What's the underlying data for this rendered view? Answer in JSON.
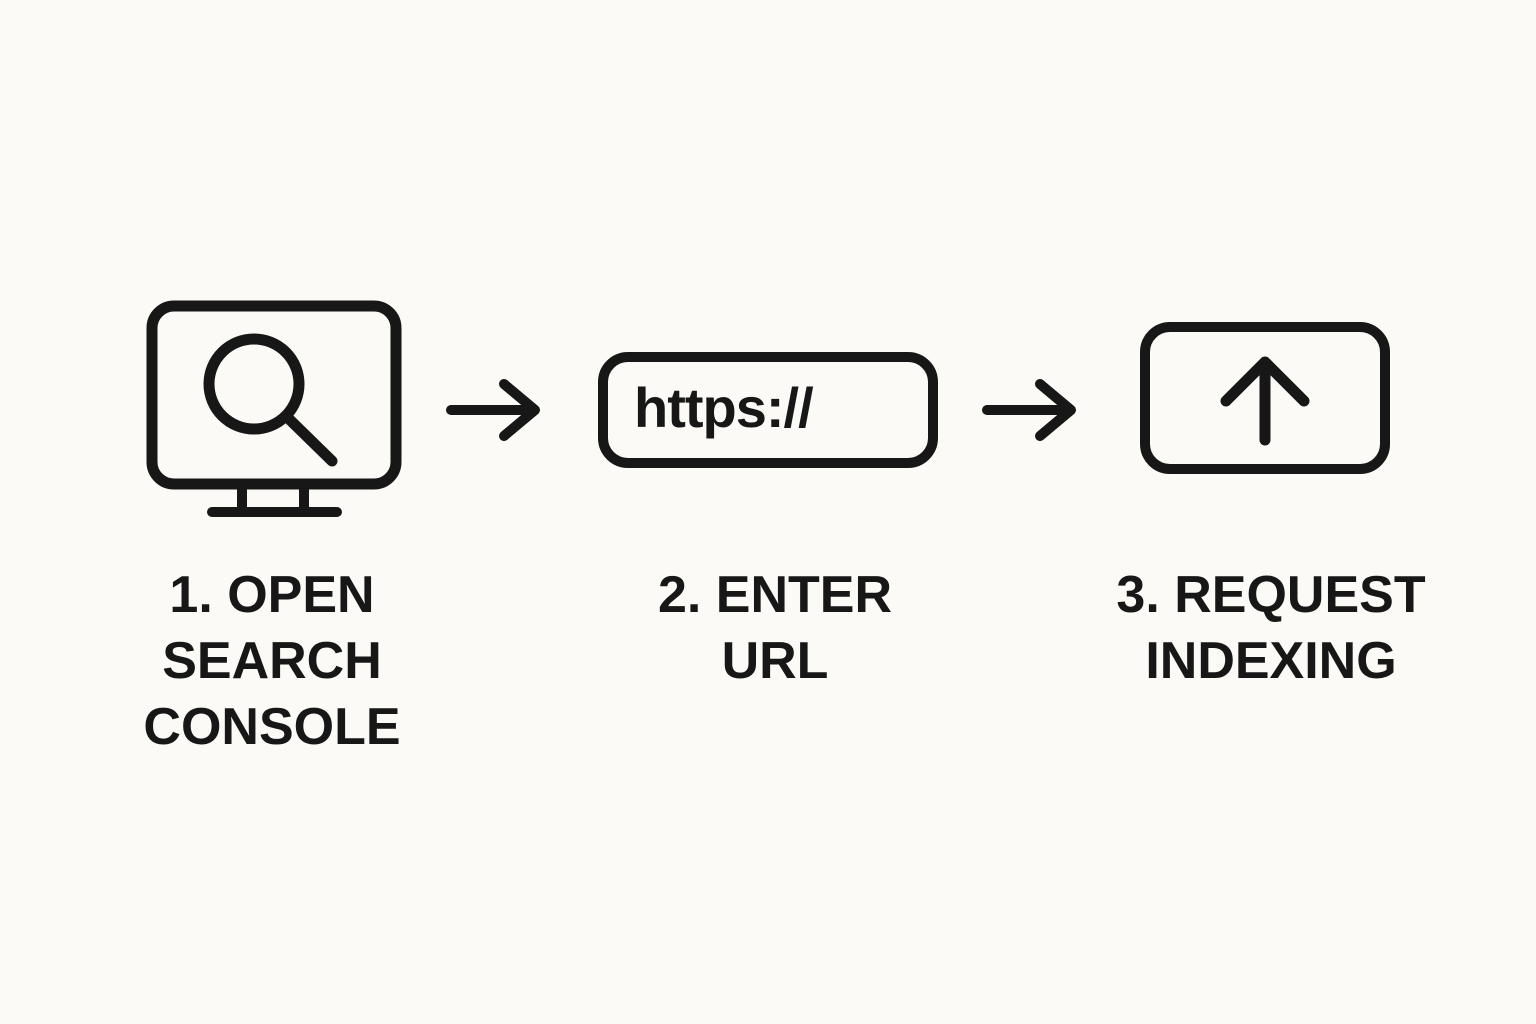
{
  "colors": {
    "background": "#FBFAF6",
    "ink": "#171717"
  },
  "figure": {
    "type": "process-flow",
    "steps": [
      {
        "number": "1",
        "icon": "monitor-with-magnifier-icon",
        "label": "1. OPEN\nSEARCH\nCONSOLE"
      },
      {
        "number": "2",
        "icon": "url-address-field-icon",
        "field_text": "https://",
        "label": "2. ENTER\nURL"
      },
      {
        "number": "3",
        "icon": "upload-arrow-button-icon",
        "label": "3. REQUEST\nINDEXING"
      }
    ],
    "connectors": [
      {
        "icon": "right-arrow-icon"
      },
      {
        "icon": "right-arrow-icon"
      }
    ]
  }
}
